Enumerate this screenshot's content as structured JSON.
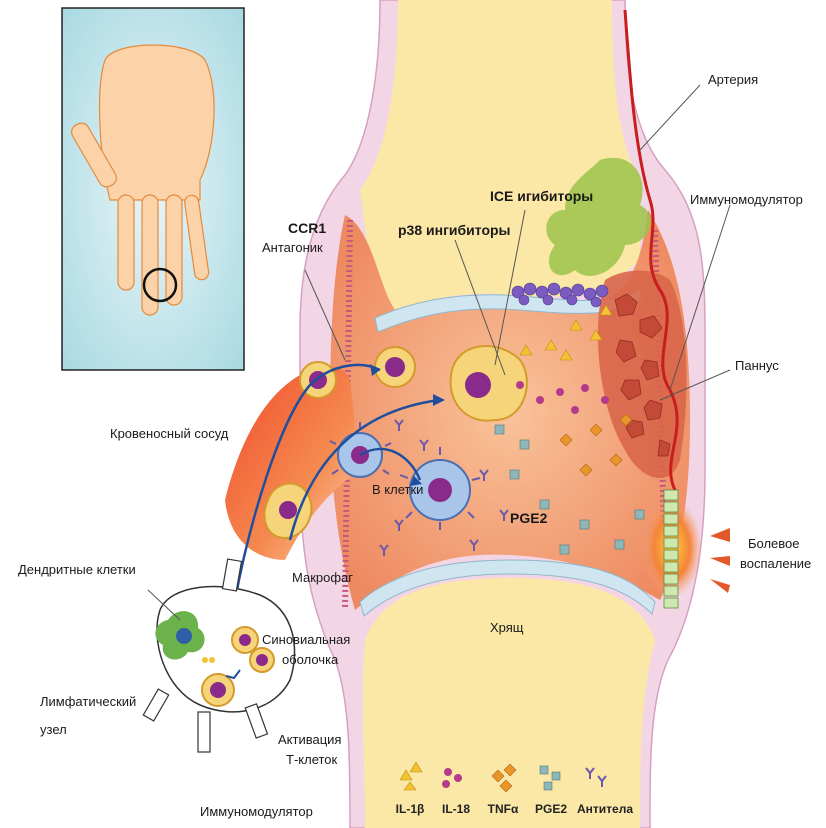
{
  "labels": {
    "artery": "Артерия",
    "immunomodulator_right": "Иммуномодулятор",
    "ice_inhibitors": "ICE игибиторы",
    "p38_inhibitors": "p38 ингибиторы",
    "ccr1_title": "CCR1",
    "ccr1_sub": "Антагоник",
    "pannus": "Паннус",
    "blood_vessel": "Кровеносный сосуд",
    "b_cells": "В клетки",
    "pge2_label": "PGE2",
    "pain_line1": "Болевое",
    "pain_line2": "воспаление",
    "dendritic": "Дендритные клетки",
    "macrophage": "Макрофаг",
    "synovial_line1": "Синовиальная",
    "synovial_line2": "оболочка",
    "cartilage": "Хрящ",
    "lymph_line1": "Лимфатический",
    "lymph_line2": "узел",
    "tcell_line1": "Активация",
    "tcell_line2": "Т-клеток",
    "immunomodulator_bottom": "Иммуномодулятор"
  },
  "legend": [
    {
      "label": "IL-1β",
      "icon": "il1b-triangles-icon",
      "color": "#f2c230"
    },
    {
      "label": "IL-18",
      "icon": "il18-dots-icon",
      "color": "#b43a8c"
    },
    {
      "label": "TNFα",
      "icon": "tnfa-diamonds-icon",
      "color": "#e8962a"
    },
    {
      "label": "PGE2",
      "icon": "pge2-squares-icon",
      "color": "#8fb7b8"
    },
    {
      "label": "Антитела",
      "icon": "antibody-y-icon",
      "color": "#6a5aa8"
    }
  ],
  "colors": {
    "bone": "#fbe7a6",
    "synovium": "#f3a37a",
    "cartilage": "#cfe6f0",
    "capsule": "#f3d6e6",
    "artery": "#c81e1e",
    "arrow": "#1f4f9c"
  }
}
